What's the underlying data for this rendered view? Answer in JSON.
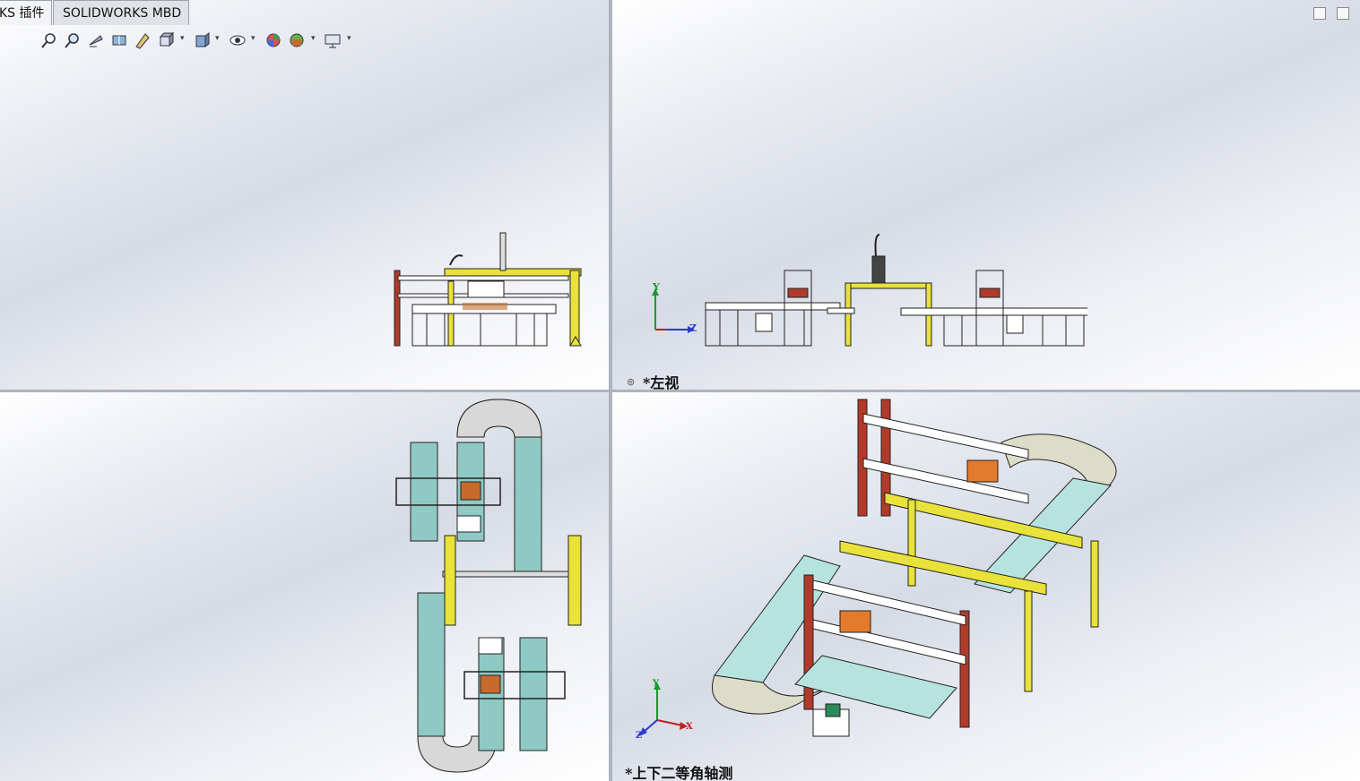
{
  "tabs": [
    {
      "label": "KS 插件"
    },
    {
      "label": "SOLIDWORKS MBD"
    }
  ],
  "toolbar": {
    "icons": [
      "zoom-to-fit-icon",
      "zoom-to-area-icon",
      "previous-view-icon",
      "section-view-icon",
      "dynamic-annotation-icon",
      "view-orientation-icon",
      "display-style-icon",
      "hide-show-items-icon",
      "edit-appearance-icon",
      "apply-scene-icon",
      "view-settings-icon"
    ]
  },
  "viewports": {
    "top_right": {
      "label": "*左视"
    },
    "bottom_right": {
      "label": "*上下二等角轴测"
    }
  },
  "triad": {
    "y": "Y",
    "z": "Z",
    "x": "X"
  },
  "colors": {
    "frame_yellow": "#e8e23a",
    "conveyor_teal": "#8fc9c4",
    "pallet_orange": "#c86a2c",
    "outline": "#222222"
  }
}
